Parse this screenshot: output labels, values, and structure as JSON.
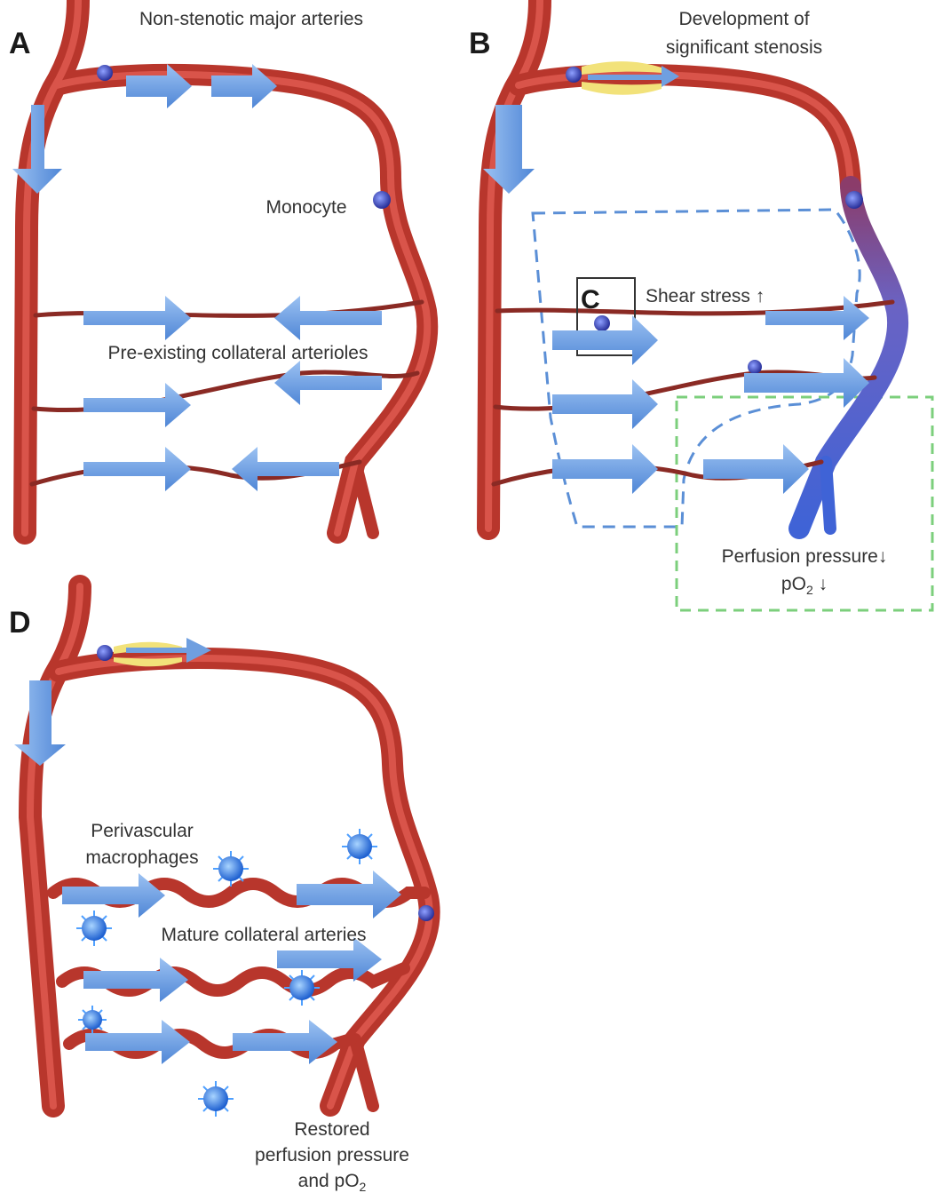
{
  "panels": {
    "a": {
      "letter": "A",
      "title": "Non-stenotic major arteries",
      "monocyte_label": "Monocyte",
      "collateral_label": "Pre-existing collateral arterioles"
    },
    "b": {
      "letter": "B",
      "title_line1": "Development of",
      "title_line2": "significant stenosis",
      "inset_letter": "C",
      "shear_label": "Shear stress",
      "shear_arrow": "↑",
      "perfusion_label": "Perfusion pressure",
      "perfusion_arrow": "↓",
      "po2_label": "pO",
      "po2_sub": "2",
      "po2_arrow": "↓"
    },
    "d": {
      "letter": "D",
      "macrophage_line1": "Perivascular",
      "macrophage_line2": "macrophages",
      "mature_label": "Mature collateral arteries",
      "restored_line1": "Restored",
      "restored_line2": "perfusion pressure",
      "restored_line3": "and pO",
      "restored_sub": "2"
    }
  },
  "colors": {
    "artery": "#b8362c",
    "artery_inner": "#d9544a",
    "vein": "#5a6fd0",
    "flow_arrow": "#6f9fe0",
    "monocyte": "#3f4aa8",
    "macrophage": "#2e7be0",
    "plaque": "#f2e27a",
    "ischemic_box": "#5b8fd6",
    "perfusion_box": "#7ccf7c"
  }
}
